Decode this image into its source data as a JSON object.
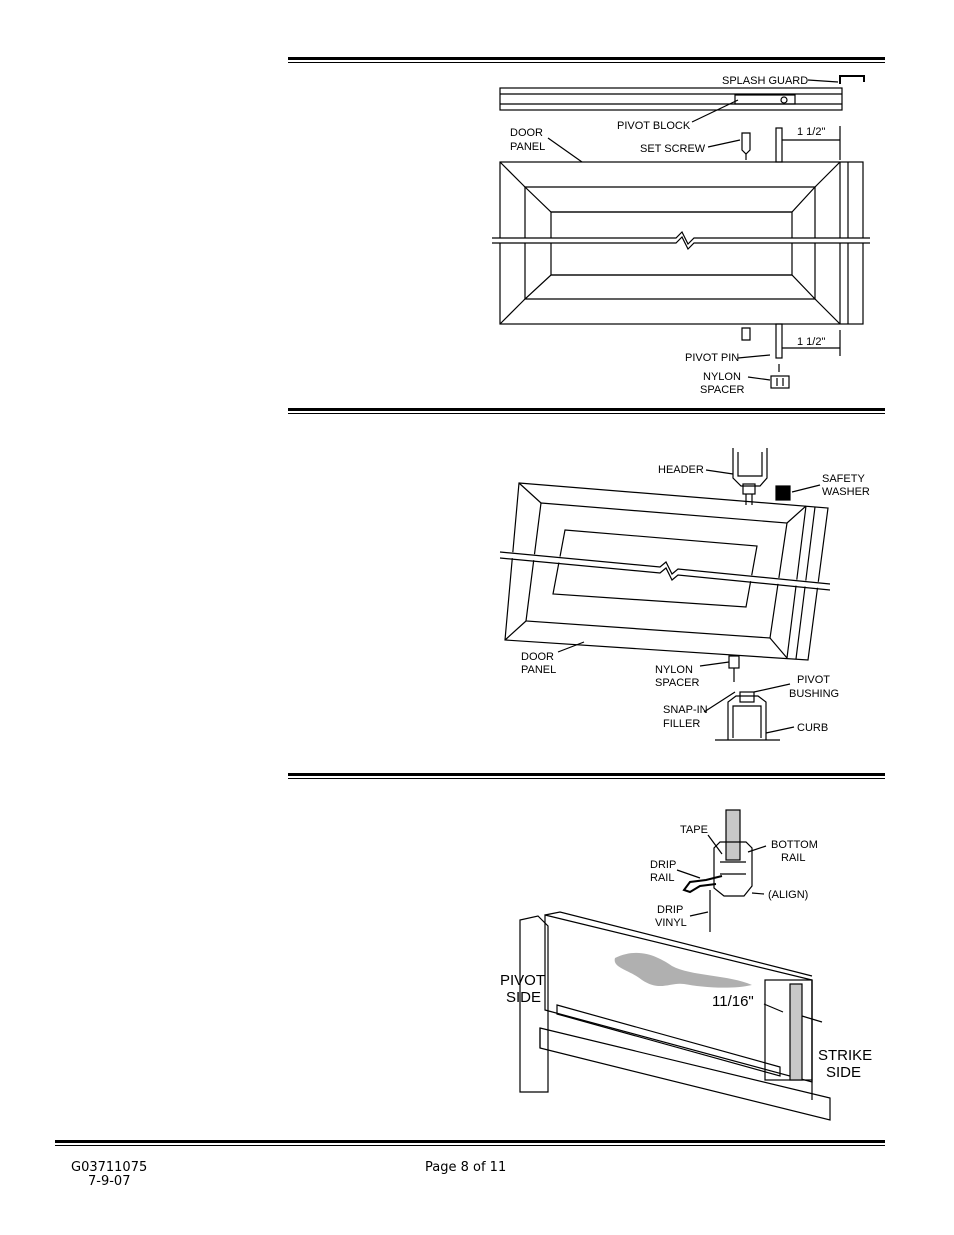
{
  "figure1": {
    "splash_guard": "SPLASH GUARD",
    "pivot_block": "PIVOT BLOCK",
    "door_panel_1": "DOOR",
    "door_panel_2": "PANEL",
    "set_screw": "SET SCREW",
    "dim_top": "1 1/2\"",
    "dim_bottom": "1 1/2\"",
    "pivot_pin": "PIVOT PIN",
    "nylon_spacer_1": "NYLON",
    "nylon_spacer_2": "SPACER"
  },
  "figure2": {
    "header": "HEADER",
    "safety_washer_1": "SAFETY",
    "safety_washer_2": "WASHER",
    "door_panel_1": "DOOR",
    "door_panel_2": "PANEL",
    "nylon_spacer_1": "NYLON",
    "nylon_spacer_2": "SPACER",
    "pivot_bushing_1": "PIVOT",
    "pivot_bushing_2": "BUSHING",
    "snap_in_filler_1": "SNAP-IN",
    "snap_in_filler_2": "FILLER",
    "curb": "CURB"
  },
  "figure3": {
    "tape": "TAPE",
    "bottom_rail_1": "BOTTOM",
    "bottom_rail_2": "RAIL",
    "drip_rail_1": "DRIP",
    "drip_rail_2": "RAIL",
    "align": "(ALIGN)",
    "drip_vinyl_1": "DRIP",
    "drip_vinyl_2": "VINYL",
    "pivot_side_1": "PIVOT",
    "pivot_side_2": "SIDE",
    "dim": "11/16\"",
    "strike_side_1": "STRIKE",
    "strike_side_2": "SIDE"
  },
  "footer": {
    "doc_number": "G03711075",
    "date": "7-9-07",
    "page": "Page 8 of 11"
  }
}
